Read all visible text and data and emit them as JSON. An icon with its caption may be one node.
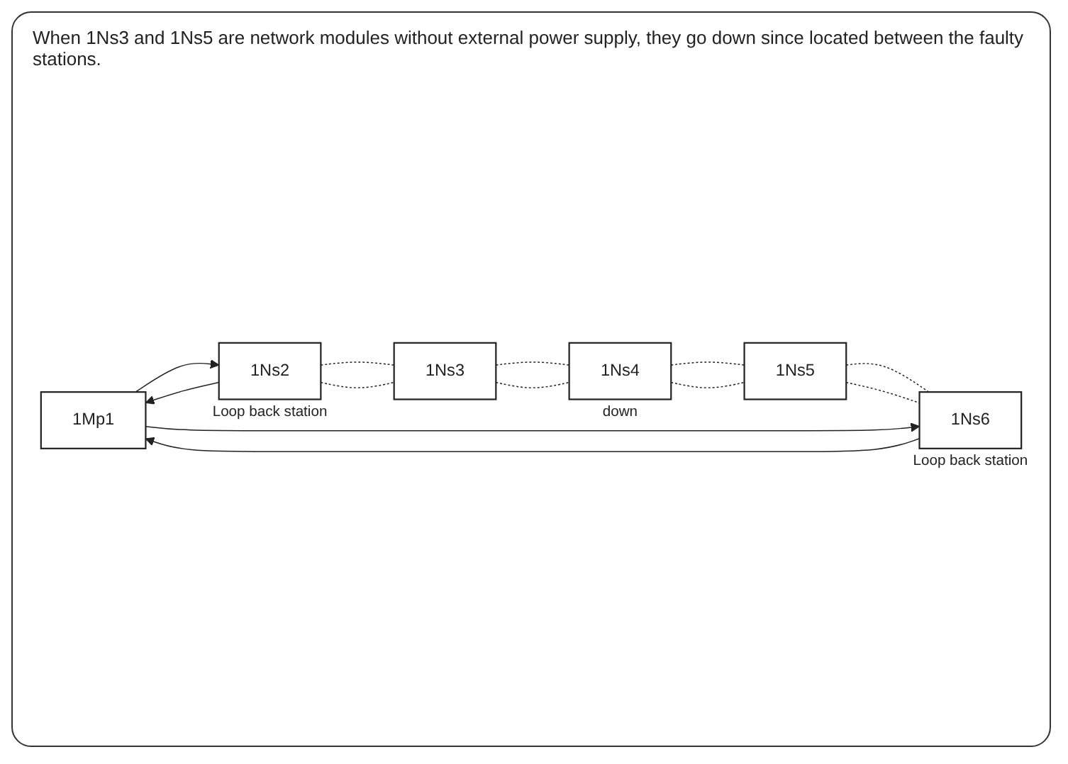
{
  "diagram": {
    "title": "When 1Ns3 and 1Ns5 are network modules without external power supply, they go down since located between the faulty stations.",
    "nodes": [
      {
        "text": [
          "1Mp1"
        ]
      },
      {
        "text": [
          "1Ns2"
        ],
        "beside": [
          "Loop back station"
        ]
      },
      {
        "text": [
          "1Ns3"
        ]
      },
      {
        "text": [
          "1Ns6"
        ],
        "beside": [
          "Loop back station"
        ]
      },
      {
        "text": [
          "1Ns5"
        ]
      },
      {
        "text": [
          "1Ns4"
        ],
        "beside": [
          "down"
        ]
      }
    ],
    "edges": [
      {
        "from": 0,
        "to": 1,
        "arrow": "to"
      },
      {
        "from": 1,
        "to": 0,
        "arrow": "to"
      },
      {
        "from": 1,
        "to": 2,
        "arrow": "none",
        "style": "dashed"
      },
      {
        "from": 1,
        "to": 2,
        "arrow": "none",
        "style": "dashed"
      },
      {
        "from": 2,
        "to": 5,
        "arrow": "none",
        "style": "dashed"
      },
      {
        "from": 2,
        "to": 5,
        "arrow": "none",
        "style": "dashed"
      },
      {
        "from": 5,
        "to": 4,
        "arrow": "none",
        "style": "dashed"
      },
      {
        "from": 5,
        "to": 4,
        "arrow": "none",
        "style": "dashed"
      },
      {
        "from": 4,
        "to": 3,
        "arrow": "none",
        "style": "dashed"
      },
      {
        "from": 4,
        "to": 3,
        "arrow": "none",
        "style": "dashed"
      },
      {
        "from": 0,
        "to": 3,
        "arrow": "to"
      },
      {
        "from": 3,
        "to": 0,
        "arrow": "to"
      }
    ]
  }
}
